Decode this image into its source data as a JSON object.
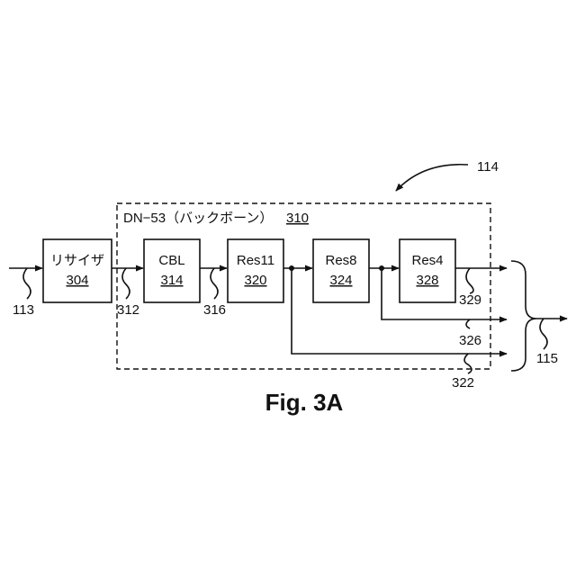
{
  "diagram": {
    "group": {
      "title": "DN−53（バックボーン）",
      "ref": "310"
    },
    "system_ref": "114",
    "blocks": [
      {
        "id": "resizer",
        "label": "リサイザ",
        "ref": "304"
      },
      {
        "id": "cbl",
        "label": "CBL",
        "ref": "314"
      },
      {
        "id": "res11",
        "label": "Res11",
        "ref": "320"
      },
      {
        "id": "res8",
        "label": "Res8",
        "ref": "324"
      },
      {
        "id": "res4",
        "label": "Res4",
        "ref": "328"
      }
    ],
    "signals": {
      "input": "113",
      "resizer_out": "312",
      "cbl_out": "316",
      "res4_out": "329",
      "res8_branch": "326",
      "res11_branch": "322",
      "output": "115"
    },
    "figure_caption": "Fig. 3A"
  }
}
